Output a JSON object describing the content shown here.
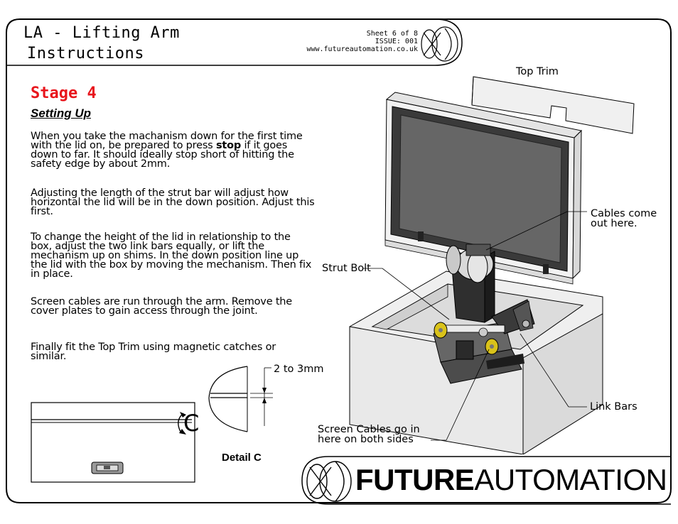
{
  "header": {
    "title_line1": "LA - Lifting Arm",
    "title_line2": "Instructions",
    "sheet": "Sheet 6 of 8",
    "issue": "ISSUE: 001",
    "website": "www.futureautomation.co.uk"
  },
  "stage": {
    "heading": "Stage 4",
    "subheading": "Setting Up"
  },
  "instructions": {
    "p1_before": "When you take the machanism down for the first time with the lid on,  be prepared to press ",
    "p1_bold": "stop",
    "p1_after": " if it goes down to far.  It should ideally stop short of hitting the safety edge by about 2mm.",
    "p2": "Adjusting the length of the strut bar will adjust how horizontal the lid will be in the down position. Adjust this first.",
    "p3": "To change the height of the lid in relationship to the box, adjust the two link bars equally, or lift the mechanism up on shims. In the down position line up the lid with the box by moving the mechanism. Then fix in place.",
    "p4": "Screen cables are run through the arm.  Remove the cover plates to gain access through the joint.",
    "p5": "Finally fit the Top Trim using magnetic catches or similar."
  },
  "callouts": {
    "top_trim": "Top Trim",
    "cables_come_out": "Cables come out here.",
    "strut_bolt": "Strut Bolt",
    "link_bars": "Link Bars",
    "screen_cables": "Screen Cables go in here on both sides",
    "gap": "2 to 3mm",
    "detail_letter": "C",
    "detail_label": "Detail C"
  },
  "brand": {
    "bold": "FUTURE",
    "regular": "AUTOMATION"
  },
  "colors": {
    "stage_red": "#e8151c",
    "box_grey": "#efefef",
    "screen_dark": "#5a5a5a",
    "arm_dark": "#2e2e2e",
    "bolt_yellow": "#d9c21a"
  }
}
